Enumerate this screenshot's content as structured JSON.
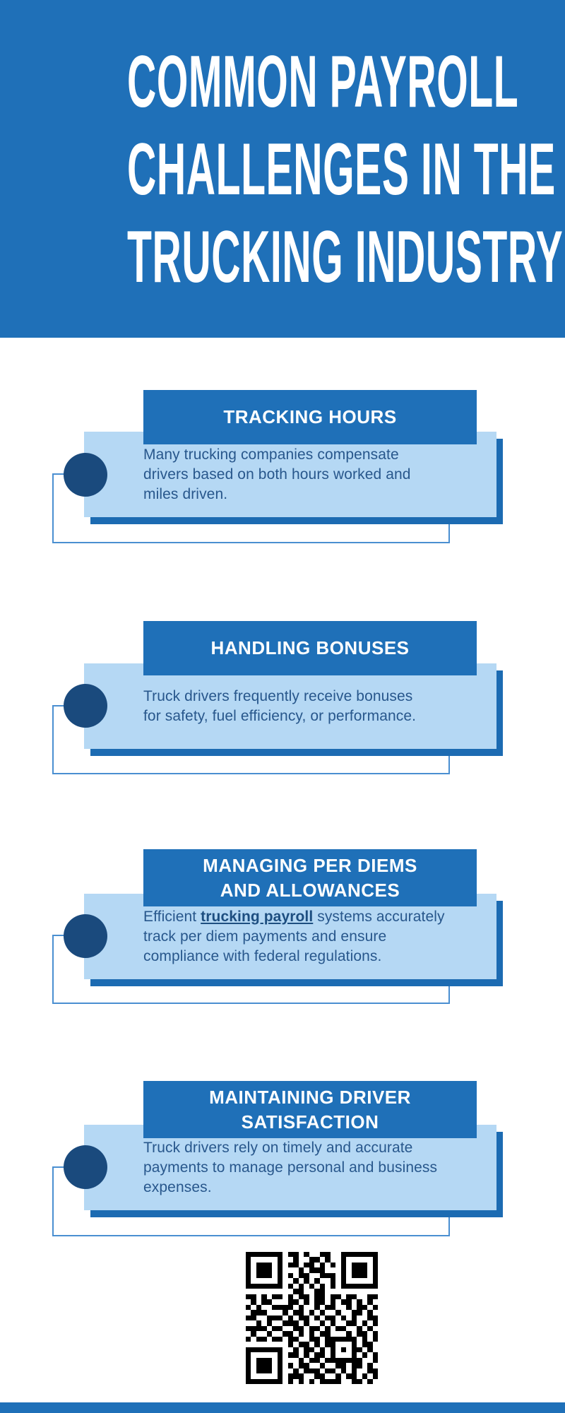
{
  "header": {
    "title_lines": [
      "COMMON PAYROLL",
      "CHALLENGES IN THE",
      "TRUCKING INDUSTRY"
    ]
  },
  "cards": [
    {
      "title": "TRACKING HOURS",
      "body": "Many trucking companies compensate\ndrivers based on both hours worked and\nmiles driven."
    },
    {
      "title": "HANDLING BONUSES",
      "body": "Truck drivers frequently receive bonuses\nfor safety, fuel efficiency, or performance."
    },
    {
      "title": "MANAGING PER DIEMS\nAND ALLOWANCES",
      "body_prefix": "Efficient ",
      "body_link": "trucking payroll",
      "body_suffix": " systems accurately\ntrack per diem payments and ensure\ncompliance with federal regulations."
    },
    {
      "title": "MAINTAINING DRIVER\nSATISFACTION",
      "body": "Truck drivers rely on timely and accurate\npayments to manage personal and business\nexpenses."
    }
  ],
  "colors": {
    "accent_blue": "#1f70b8",
    "light_card_blue": "#b5d8f4",
    "navy_circle": "#1a4a7d",
    "body_text": "#28578c",
    "outline_blue": "#4a8fd1"
  },
  "qr": {
    "semantic": "qr-code",
    "matrix": [
      "1111111011010011001111111",
      "1000001001001101001000001",
      "1011101011011010101011101",
      "1011101000101110001011101",
      "1011101010110011101011101",
      "1000001001010100101000001",
      "1111111010101010101111111",
      "0000000001100110000000000",
      "1101011010110110110110011",
      "0101100011010110101101010",
      "1010011110100101100101101",
      "0111000101101010010011010",
      "1100111010110101101010011",
      "0010100111010010100110101",
      "1111011001101101011001010",
      "0100100110101011000101101",
      "1011011011001101111110101",
      "0000000010110101100010110",
      "1111111001011010101011010",
      "1000001011010110100010101",
      "1011101000101101111111001",
      "1011101010110010011011010",
      "1011101001011101101010011",
      "1000001011100110010110101",
      "1111111010101011110011010"
    ]
  }
}
